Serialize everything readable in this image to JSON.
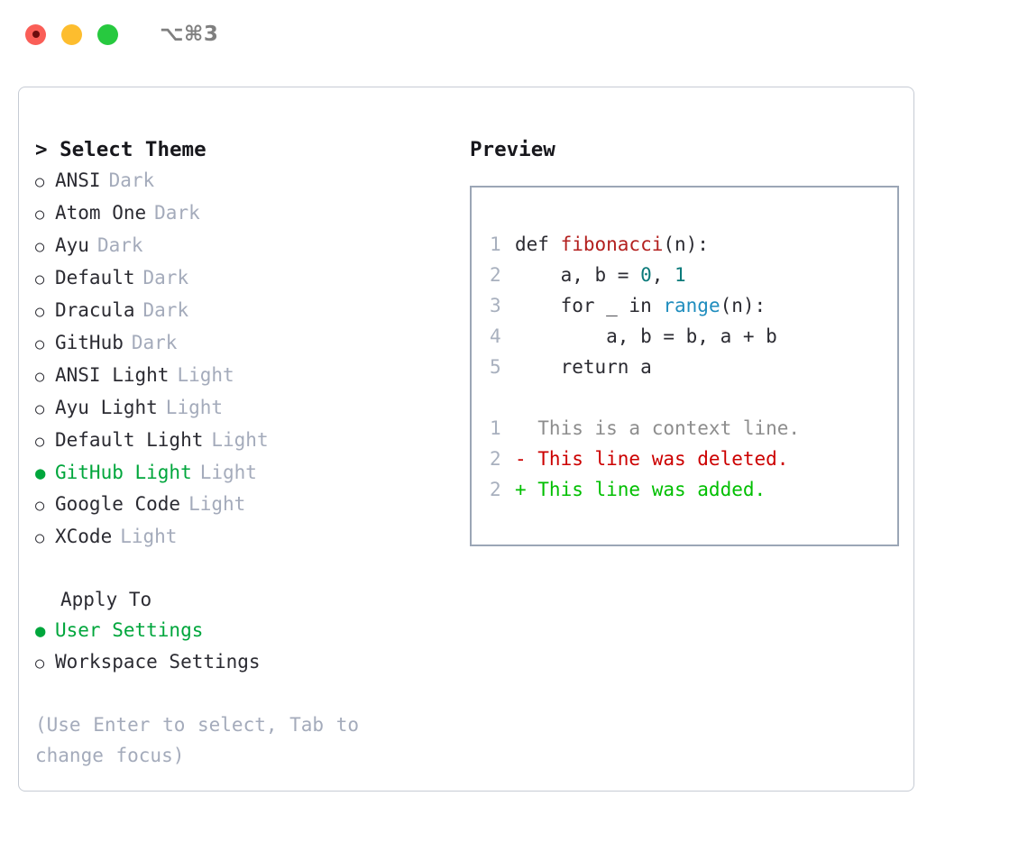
{
  "titlebar": {
    "shortcut": "⌥⌘3",
    "buttons": [
      {
        "name": "close",
        "color": "#fa5e57"
      },
      {
        "name": "minimize",
        "color": "#fdbd2e"
      },
      {
        "name": "maximize",
        "color": "#27c93f"
      }
    ]
  },
  "theme_panel": {
    "heading_prefix": ">",
    "heading": "Select Theme",
    "marker_unselected": "○",
    "marker_selected": "●",
    "items": [
      {
        "label": "ANSI",
        "variant": "Dark",
        "selected": false
      },
      {
        "label": "Atom One",
        "variant": "Dark",
        "selected": false
      },
      {
        "label": "Ayu",
        "variant": "Dark",
        "selected": false
      },
      {
        "label": "Default",
        "variant": "Dark",
        "selected": false
      },
      {
        "label": "Dracula",
        "variant": "Dark",
        "selected": false
      },
      {
        "label": "GitHub",
        "variant": "Dark",
        "selected": false
      },
      {
        "label": "ANSI Light",
        "variant": "Light",
        "selected": false
      },
      {
        "label": "Ayu Light",
        "variant": "Light",
        "selected": false
      },
      {
        "label": "Default Light",
        "variant": "Light",
        "selected": false
      },
      {
        "label": "GitHub Light",
        "variant": "Light",
        "selected": true
      },
      {
        "label": "Google Code",
        "variant": "Light",
        "selected": false
      },
      {
        "label": "XCode",
        "variant": "Light",
        "selected": false
      }
    ]
  },
  "apply_to": {
    "heading": "Apply To",
    "options": [
      {
        "label": "User Settings",
        "selected": true
      },
      {
        "label": "Workspace Settings",
        "selected": false
      }
    ]
  },
  "hint": "(Use Enter to select, Tab to change focus)",
  "preview": {
    "title": "Preview",
    "code_lines": [
      {
        "lineno": "1",
        "tokens": [
          {
            "text": "def ",
            "type": "plain"
          },
          {
            "text": "fibonacci",
            "type": "function"
          },
          {
            "text": "(n):",
            "type": "plain"
          }
        ]
      },
      {
        "lineno": "2",
        "tokens": [
          {
            "text": "    a, b = ",
            "type": "plain"
          },
          {
            "text": "0",
            "type": "number"
          },
          {
            "text": ", ",
            "type": "plain"
          },
          {
            "text": "1",
            "type": "number"
          }
        ]
      },
      {
        "lineno": "3",
        "tokens": [
          {
            "text": "    for _ in ",
            "type": "plain"
          },
          {
            "text": "range",
            "type": "call"
          },
          {
            "text": "(n):",
            "type": "plain"
          }
        ]
      },
      {
        "lineno": "4",
        "tokens": [
          {
            "text": "        a, b = b, a + b",
            "type": "plain"
          }
        ]
      },
      {
        "lineno": "5",
        "tokens": [
          {
            "text": "    return a",
            "type": "plain"
          }
        ]
      }
    ],
    "diff_lines": [
      {
        "lineno": "1",
        "text": "  This is a context line.",
        "kind": "context"
      },
      {
        "lineno": "2",
        "text": "- This line was deleted.",
        "kind": "deleted"
      },
      {
        "lineno": "2",
        "text": "+ This line was added.",
        "kind": "added"
      }
    ]
  },
  "colors": {
    "selected_green": "#00a63c",
    "diff_add": "#00bf00",
    "diff_del": "#cc0000",
    "function_red": "#b3201f",
    "number_teal": "#0b7a7a",
    "call_blue": "#1f8dbe",
    "muted": "#a4abbb"
  }
}
